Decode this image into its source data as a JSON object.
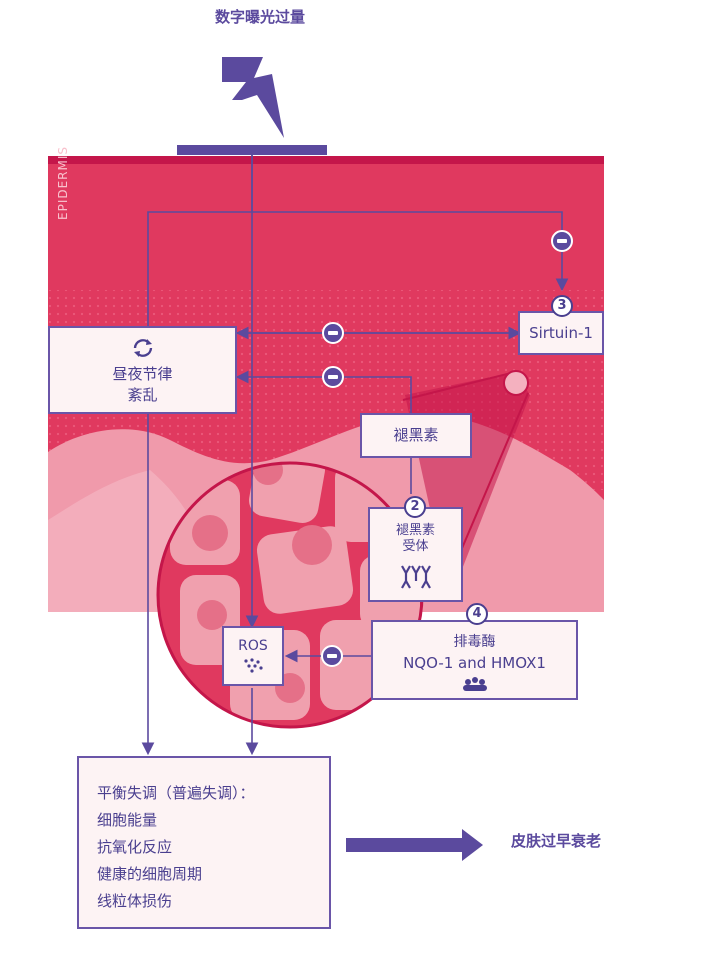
{
  "title": "数字曝光过量",
  "epidermis_label": "EPIDERMIS",
  "boxes": {
    "circadian": {
      "line1": "昼夜节律",
      "line2": "紊乱",
      "icon": "cycle-arrows-icon"
    },
    "sirtuin": {
      "label": "Sirtuin-1",
      "number": "3"
    },
    "melatonin": {
      "label": "褪黑素"
    },
    "receptor": {
      "number": "2",
      "line1": "褪黑素",
      "line2": "受体",
      "icon": "receptor-icon"
    },
    "detox": {
      "number": "4",
      "line1": "排毒酶",
      "line2": "NQO-1 and HMOX1",
      "icon": "enzyme-icon"
    },
    "ros": {
      "label": "ROS",
      "icon": "dots-icon"
    }
  },
  "bottom_box": {
    "items": [
      "平衡失调（普遍失调）：",
      "细胞能量",
      "抗氧化反应",
      "健康的细胞周期",
      "线粒体损伤"
    ]
  },
  "result": "皮肤过早衰老",
  "colors": {
    "purple": "#5b4a9e",
    "skin_dark": "#e0395f",
    "skin_light": "#f09aab",
    "box_bg": "#fdf3f4"
  }
}
